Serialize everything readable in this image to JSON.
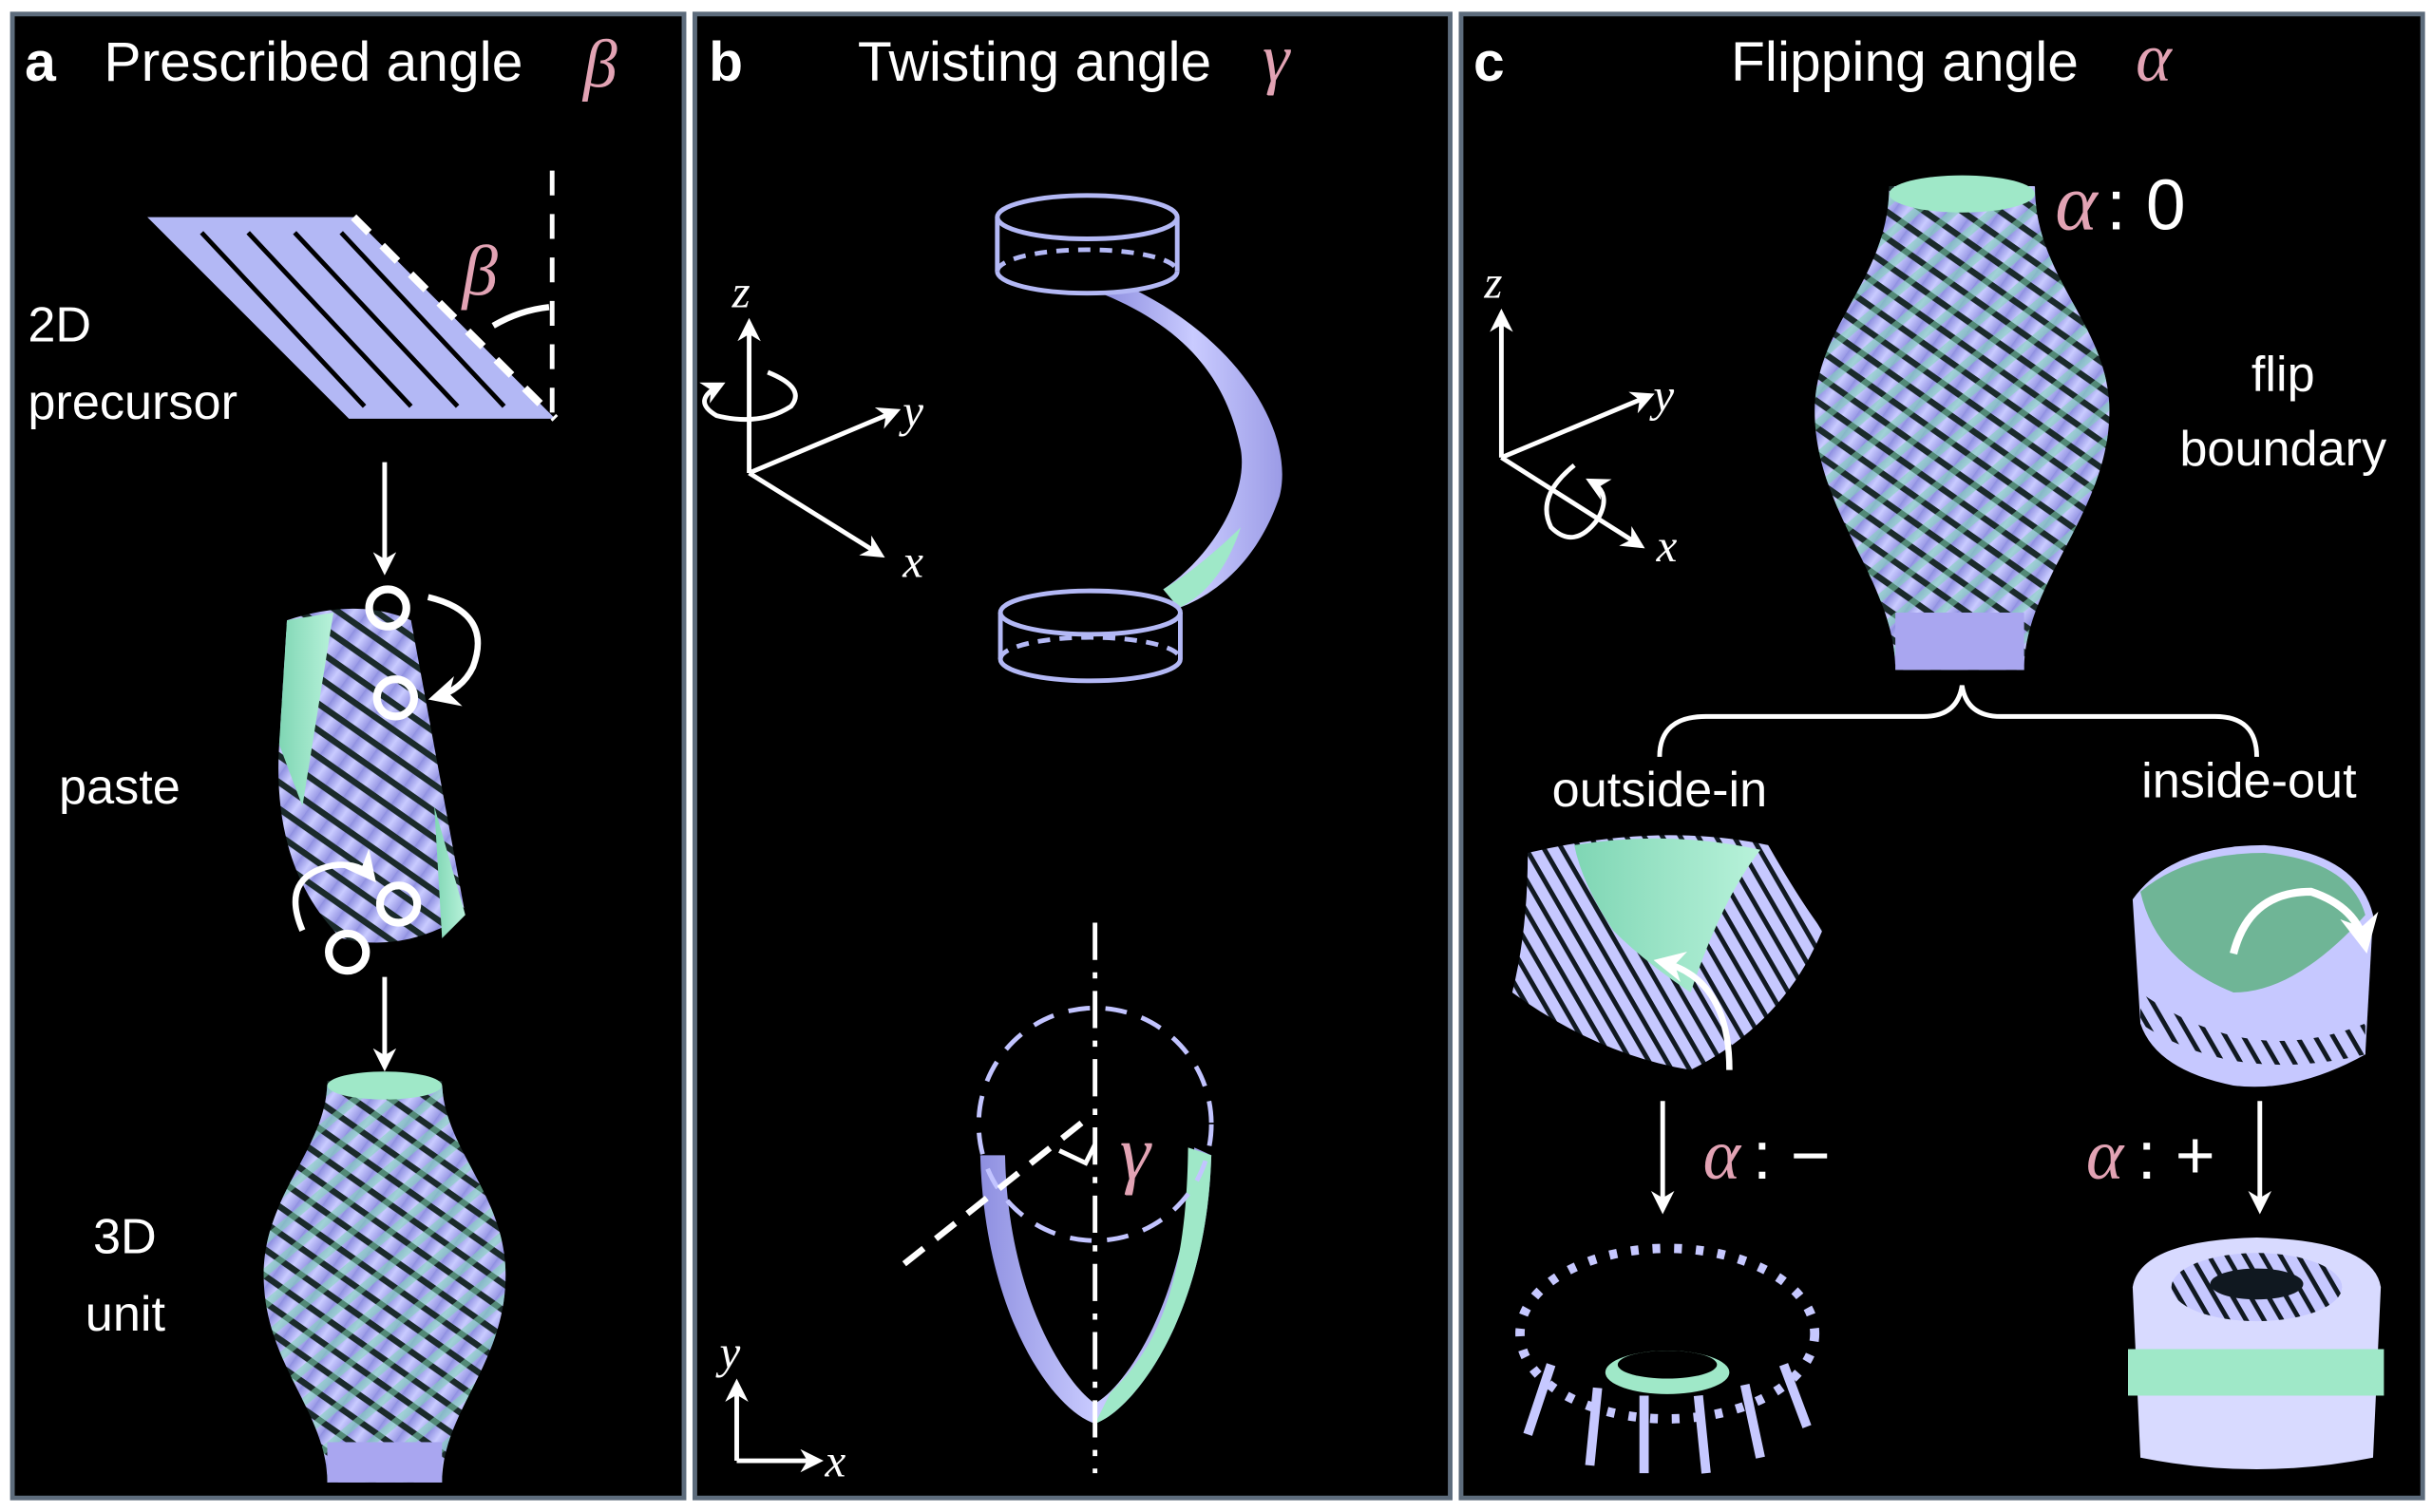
{
  "colors": {
    "lavender": "#b3b8f5",
    "mint": "#9fe8c8",
    "pink": "#e2a3b4",
    "panel_border": "#5d6c7c"
  },
  "panel_a": {
    "letter": "a",
    "title": "Prescribed angle",
    "symbol": "β",
    "label_2d_line1": "2D",
    "label_2d_line2": "precursor",
    "label_paste": "paste",
    "label_3d_line1": "3D",
    "label_3d_line2": "unit",
    "angle_label": "β"
  },
  "panel_b": {
    "letter": "b",
    "title": "Twisting angle",
    "symbol": "γ",
    "axis_z": "z",
    "axis_y": "y",
    "axis_x": "x",
    "angle_label": "γ",
    "axis2_y": "y",
    "axis2_x": "x"
  },
  "panel_c": {
    "letter": "c",
    "title": "Flipping angle",
    "symbol": "α",
    "alpha_zero_sym": "α",
    "alpha_zero_val": ": 0",
    "axis_z": "z",
    "axis_y": "y",
    "axis_x": "x",
    "flip_line1": "flip",
    "flip_line2": "boundary",
    "outside_in": "outside-in",
    "inside_out": "inside-out",
    "alpha_minus_sym": "α",
    "alpha_minus_val": ": −",
    "alpha_plus_sym": "α",
    "alpha_plus_val": ": +"
  }
}
